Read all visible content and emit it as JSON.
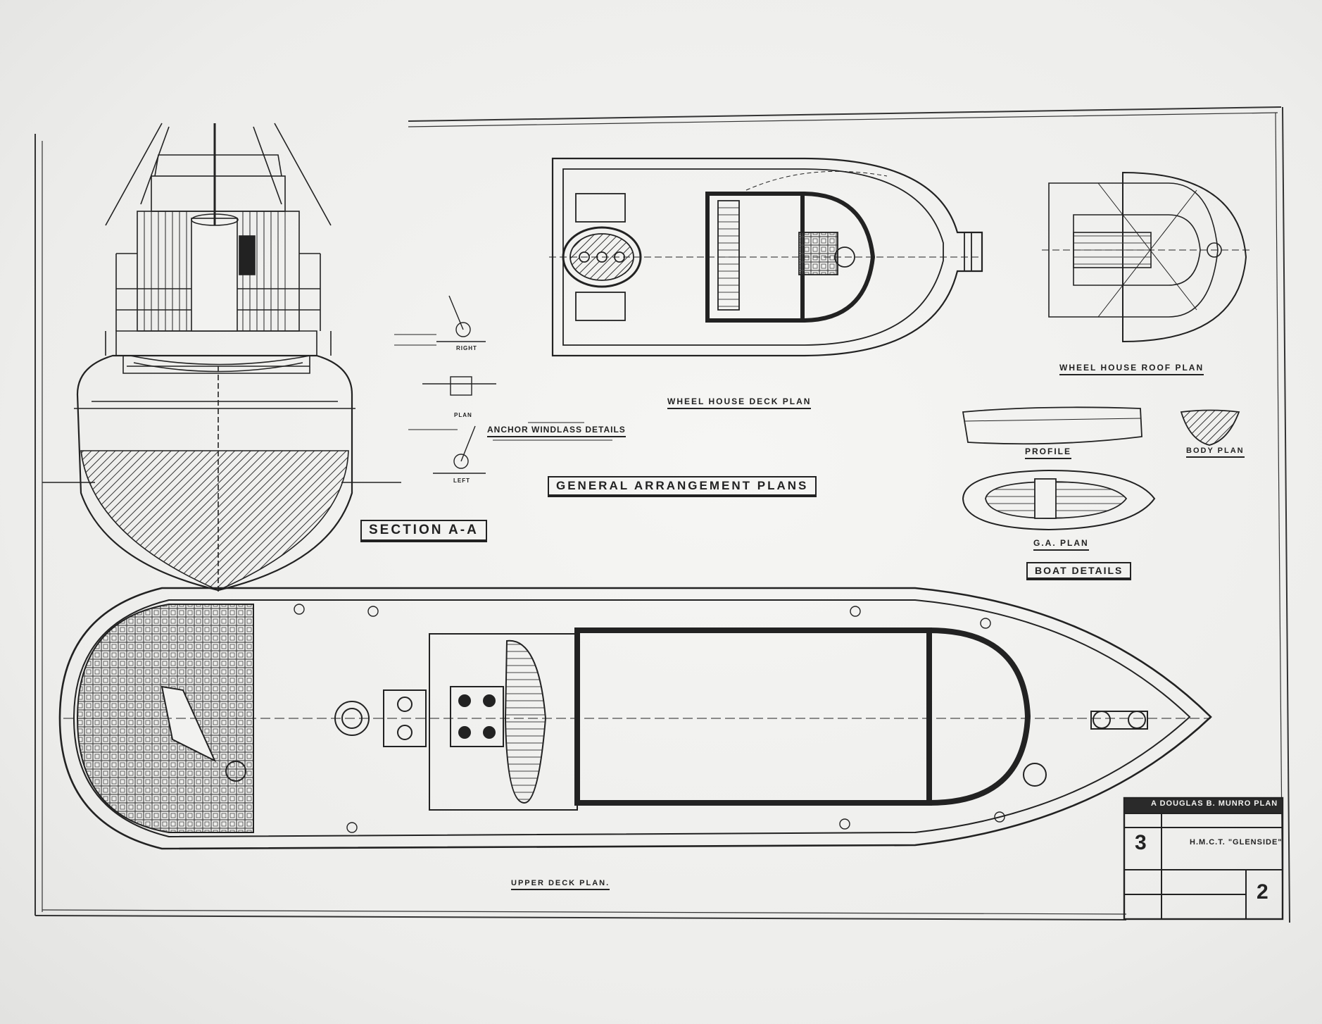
{
  "labels": {
    "section": "SECTION A-A",
    "anchor_windlass": "ANCHOR WINDLASS DETAILS",
    "general_arrangement": "GENERAL ARRANGEMENT PLANS",
    "wheel_house_deck": "WHEEL HOUSE DECK PLAN",
    "wheel_house_roof": "WHEEL HOUSE ROOF PLAN",
    "profile": "PROFILE",
    "body_plan": "BODY PLAN",
    "ga_plan": "G.A. PLAN",
    "boat_details": "BOAT DETAILS",
    "upper_deck": "UPPER DECK PLAN.",
    "plan_label": "PLAN",
    "right_label": "RIGHT",
    "left_label": "LEFT"
  },
  "title_block": {
    "header": "A DOUGLAS B. MUNRO PLAN",
    "series_number": "3",
    "vessel": "H.M.C.T. \"GLENSIDE\"",
    "sheet_number": "2"
  },
  "colors": {
    "ink": "#222222",
    "paper": "#f3f3f1",
    "hatch": "#333333"
  }
}
